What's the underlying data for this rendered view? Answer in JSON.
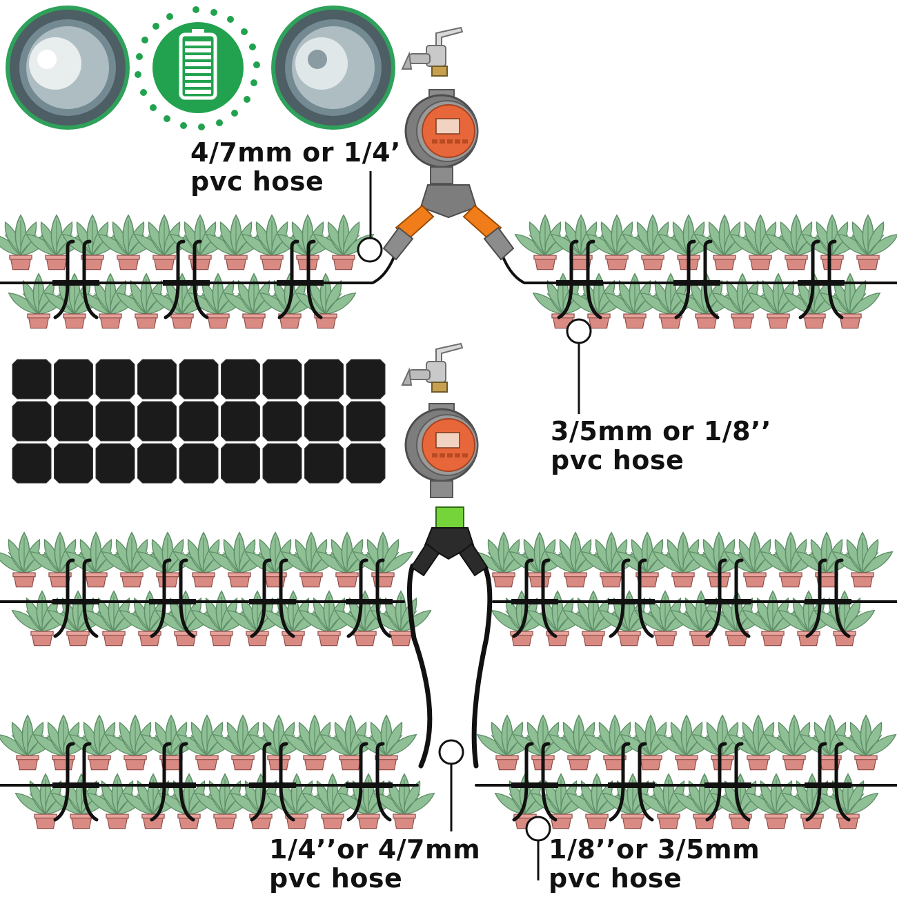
{
  "labels": {
    "hose_47_top": {
      "line1": "4/7mm or 1/4’",
      "line2": "pvc hose"
    },
    "hose_35_right": {
      "line1": "3/5mm or 1/8’’",
      "line2": "pvc hose"
    },
    "hose_14_bottom": {
      "line1": "1/4’’or 4/7mm",
      "line2": "pvc hose"
    },
    "hose_18_bottom": {
      "line1": "1/8’’or 3/5mm",
      "line2": "pvc hose"
    }
  },
  "colors": {
    "leaf": "#8fbf95",
    "leaf_dark": "#5f8f68",
    "pot": "#d98a82",
    "hose": "#111111",
    "timer_body": "#808080",
    "timer_face": "#e8673a",
    "connector_orange": "#f07d1a",
    "connector_green": "#74d43a",
    "battery_green": "#22a24f",
    "solar_cell": "#1b1b1b"
  },
  "icons": [
    "faucet-icon",
    "battery-icon",
    "solar-panel-icon",
    "gasket-icon"
  ]
}
